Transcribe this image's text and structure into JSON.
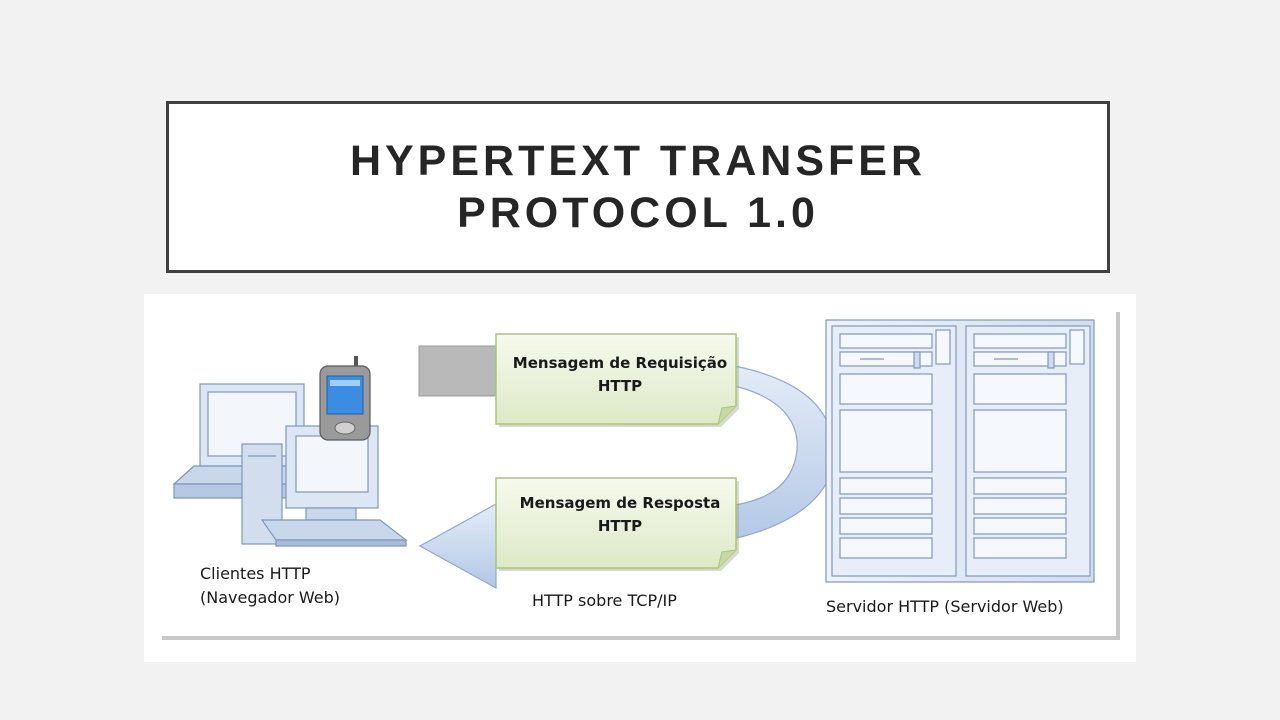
{
  "slide": {
    "title_line1": "HYPERTEXT TRANSFER",
    "title_line2": "PROTOCOL 1.0"
  },
  "diagram": {
    "client_label_line1": "Clientes HTTP",
    "client_label_line2": "(Navegador Web)",
    "request_line1": "Mensagem de Requisição",
    "request_line2": "HTTP",
    "response_line1": "Mensagem de Resposta",
    "response_line2": "HTTP",
    "transport_label": "HTTP sobre TCP/IP",
    "server_label": "Servidor HTTP (Servidor Web)",
    "icons": [
      "desktop-computer-icon",
      "mobile-phone-icon",
      "server-rack-icon"
    ],
    "colors": {
      "note_fill": "#e8f1d6",
      "note_border": "#a9c57a",
      "arrow_fill": "#c9d9ef",
      "arrow_stroke": "#8fa9cf",
      "arrow_back": "#b4b4b4"
    }
  }
}
